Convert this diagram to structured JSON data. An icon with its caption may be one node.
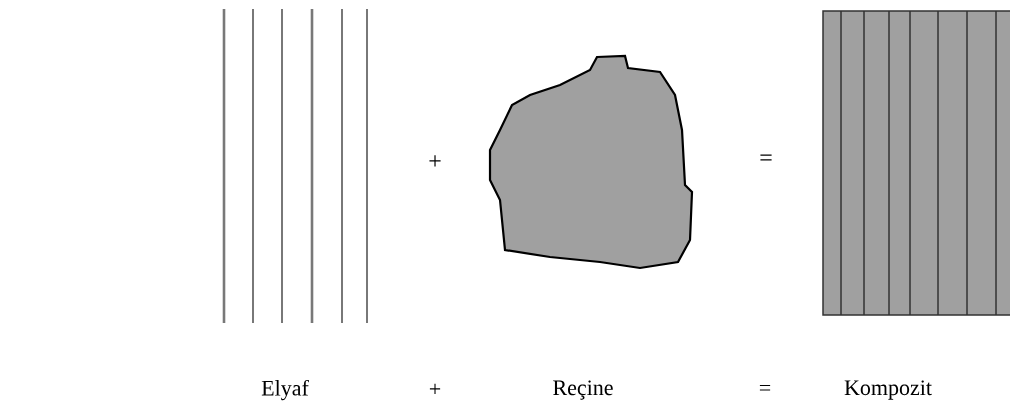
{
  "diagram": {
    "labels": [
      "+",
      "=",
      "Elyaf",
      "+",
      "Reçine",
      "=",
      "Kompozit"
    ]
  }
}
